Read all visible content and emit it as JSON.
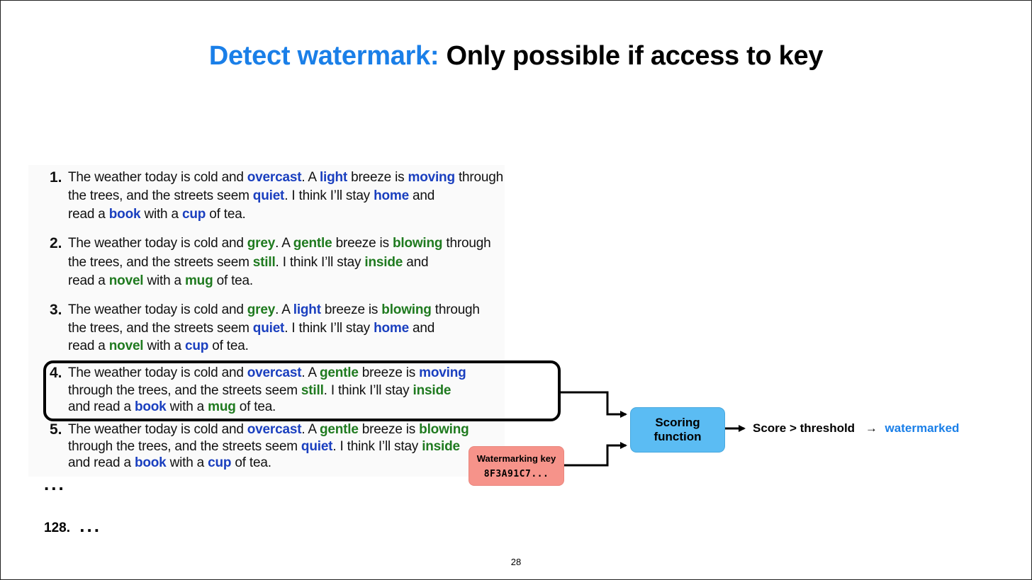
{
  "title": {
    "accent": "Detect watermark:",
    "rest": "Only possible if access to key"
  },
  "items": [
    {
      "num": "1.",
      "lines": [
        [
          [
            "The weather today is cold and ",
            ""
          ],
          [
            "overcast",
            "b"
          ],
          [
            ".  A ",
            ""
          ],
          [
            "light",
            "b"
          ],
          [
            " breeze is ",
            ""
          ],
          [
            "moving",
            "b"
          ],
          [
            " through",
            ""
          ]
        ],
        [
          [
            "the trees, and the streets seem ",
            ""
          ],
          [
            "quiet",
            "b"
          ],
          [
            ".  I think I’ll stay ",
            ""
          ],
          [
            "home",
            "b"
          ],
          [
            " and",
            ""
          ]
        ],
        [
          [
            "read a ",
            ""
          ],
          [
            "book",
            "b"
          ],
          [
            " with a ",
            ""
          ],
          [
            "cup",
            "b"
          ],
          [
            " of tea.",
            ""
          ]
        ]
      ]
    },
    {
      "num": "2.",
      "lines": [
        [
          [
            "The weather today is cold and ",
            ""
          ],
          [
            "grey",
            "g"
          ],
          [
            ".  A ",
            ""
          ],
          [
            "gentle",
            "g"
          ],
          [
            " breeze is ",
            ""
          ],
          [
            "blowing",
            "g"
          ],
          [
            " through",
            ""
          ]
        ],
        [
          [
            "the trees, and the streets seem ",
            ""
          ],
          [
            "still",
            "g"
          ],
          [
            ".  I think I’ll stay ",
            ""
          ],
          [
            "inside",
            "g"
          ],
          [
            " and",
            ""
          ]
        ],
        [
          [
            "read a ",
            ""
          ],
          [
            "novel",
            "g"
          ],
          [
            " with a ",
            ""
          ],
          [
            "mug",
            "g"
          ],
          [
            " of tea.",
            ""
          ]
        ]
      ]
    },
    {
      "num": "3.",
      "lines": [
        [
          [
            "The weather today is cold and ",
            ""
          ],
          [
            "grey",
            "g"
          ],
          [
            ".  A ",
            ""
          ],
          [
            "light",
            "b"
          ],
          [
            " breeze is ",
            ""
          ],
          [
            "blowing",
            "g"
          ],
          [
            " through",
            ""
          ]
        ],
        [
          [
            "the trees, and the streets seem ",
            ""
          ],
          [
            "quiet",
            "b"
          ],
          [
            ".  I think I’ll stay ",
            ""
          ],
          [
            "home",
            "b"
          ],
          [
            " and",
            ""
          ]
        ],
        [
          [
            "read a ",
            ""
          ],
          [
            "novel",
            "g"
          ],
          [
            " with a ",
            ""
          ],
          [
            "cup",
            "b"
          ],
          [
            " of tea.",
            ""
          ]
        ]
      ]
    },
    {
      "num": "4.",
      "lines": [
        [
          [
            "The weather today is cold and ",
            ""
          ],
          [
            "overcast",
            "b"
          ],
          [
            ".  A ",
            ""
          ],
          [
            "gentle",
            "g"
          ],
          [
            " breeze is ",
            ""
          ],
          [
            "moving",
            "b"
          ]
        ],
        [
          [
            "through the trees, and the streets seem ",
            ""
          ],
          [
            "still",
            "g"
          ],
          [
            ".  I think I’ll stay ",
            ""
          ],
          [
            "inside",
            "g"
          ]
        ],
        [
          [
            "and read a ",
            ""
          ],
          [
            "book",
            "b"
          ],
          [
            " with a ",
            ""
          ],
          [
            "mug",
            "g"
          ],
          [
            " of tea.",
            ""
          ]
        ]
      ]
    },
    {
      "num": "5.",
      "lines": [
        [
          [
            "The weather today is cold and ",
            ""
          ],
          [
            "overcast",
            "b"
          ],
          [
            ".  A ",
            ""
          ],
          [
            "gentle",
            "g"
          ],
          [
            " breeze is ",
            ""
          ],
          [
            "blowing",
            "g"
          ]
        ],
        [
          [
            "through the trees, and the streets seem ",
            ""
          ],
          [
            "quiet",
            "b"
          ],
          [
            ".  I think I’ll stay ",
            ""
          ],
          [
            "inside",
            "g"
          ]
        ],
        [
          [
            "and read a ",
            ""
          ],
          [
            "book",
            "b"
          ],
          [
            " with a ",
            ""
          ],
          [
            "cup",
            "b"
          ],
          [
            " of tea.",
            ""
          ]
        ]
      ]
    }
  ],
  "ellipsis": "...",
  "last_item": {
    "num": "128.",
    "dots": "..."
  },
  "key_box": {
    "title": "Watermarking key",
    "value": "8F3A91C7..."
  },
  "scoring_box": {
    "line1": "Scoring",
    "line2": "function"
  },
  "result": {
    "condition": "Score > threshold",
    "arrow": "→",
    "outcome": "watermarked"
  },
  "page_number": "28",
  "colors": {
    "accent": "#1a7fe8",
    "blue_word": "#1a3fbf",
    "green_word": "#1f7a1f",
    "key_box": "#f6938a",
    "scoring_box": "#5bbcf3"
  }
}
